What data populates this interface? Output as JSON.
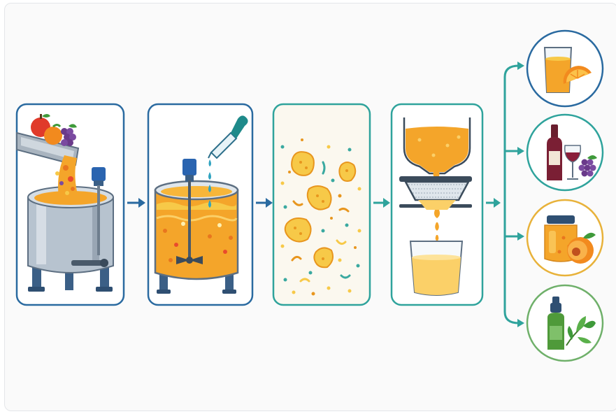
{
  "colors": {
    "stage_border_blue": "#2a6aa0",
    "stage_border_teal": "#2fa39c",
    "arrow_blue": "#2a6aa0",
    "arrow_teal": "#2fa39c",
    "output_juice_border": "#2a6aa0",
    "output_wine_border": "#2fa39c",
    "output_jam_border": "#e8b23a",
    "output_oil_border": "#6fb06a",
    "liquid_orange": "#f4a52a",
    "pale_juice": "#fbd068"
  },
  "diagram": {
    "stages": [
      {
        "id": "loading",
        "icon": "fruit-loading-tank-icon"
      },
      {
        "id": "treatment",
        "icon": "enzyme-dosing-mixer-icon"
      },
      {
        "id": "breakdown",
        "icon": "pulp-particles-icon"
      },
      {
        "id": "filtration",
        "icon": "filter-clarified-juice-icon"
      }
    ],
    "outputs": [
      {
        "id": "juice",
        "icon": "orange-juice-glass-icon"
      },
      {
        "id": "wine",
        "icon": "wine-bottle-glass-icon"
      },
      {
        "id": "jam",
        "icon": "fruit-jam-jar-icon"
      },
      {
        "id": "extract",
        "icon": "herbal-extract-bottle-icon"
      }
    ]
  }
}
